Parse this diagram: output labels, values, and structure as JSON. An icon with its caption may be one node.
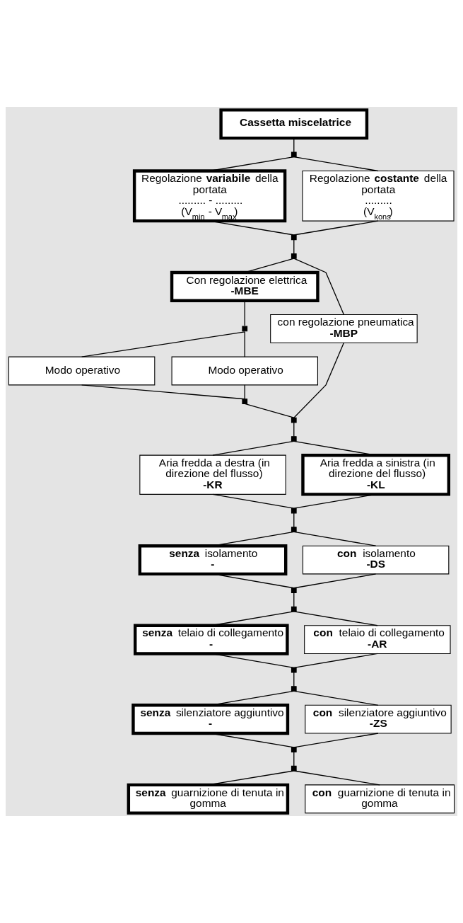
{
  "diagram": {
    "nodes": [
      {
        "text": [
          "Cassetta miscelatrice"
        ]
      },
      {
        "text": [],
        "shape": "square"
      },
      {
        "text": [
          "Regolazione **variabile** della portata",
          "......... - .........",
          "(V$_{min}$ - V$_{max}$)"
        ]
      },
      {
        "text": [
          "Regolazione **costante** della portata",
          ".........",
          "(V$_{kons}$)"
        ]
      },
      {
        "text": [],
        "shape": "square"
      },
      {
        "text": [],
        "shape": "square"
      },
      {
        "text": [
          "Con regolazione elettrica",
          "-MBE"
        ]
      },
      {
        "text": [
          "con regolazione pneumatica",
          "-MBP"
        ]
      },
      {
        "text": [],
        "shape": "square"
      },
      {
        "text": [
          "Modo operativo"
        ]
      },
      {
        "text": [
          "Modo operativo"
        ]
      },
      {
        "text": [],
        "shape": "square"
      },
      {
        "text": [],
        "shape": "square"
      },
      {
        "text": [],
        "shape": "square"
      },
      {
        "text": [
          "Aria fredda a destra (in direzione del flusso)",
          "-KR"
        ]
      },
      {
        "text": [
          "Aria fredda a sinistra (in direzione del flusso)",
          "-KL"
        ]
      },
      {
        "text": [],
        "shape": "square"
      },
      {
        "text": [],
        "shape": "square"
      },
      {
        "text": [
          "**senza** isolamento",
          "-"
        ]
      },
      {
        "text": [
          "**con** isolamento",
          "-DS"
        ]
      },
      {
        "text": [],
        "shape": "square"
      },
      {
        "text": [],
        "shape": "square"
      },
      {
        "text": [
          "**senza** telaio di collegamento",
          "-"
        ]
      },
      {
        "text": [
          "**con** telaio di collegamento",
          "-AR"
        ]
      },
      {
        "text": [],
        "shape": "square"
      },
      {
        "text": [],
        "shape": "square"
      },
      {
        "text": [
          "**senza** silenziatore aggiuntivo",
          "-"
        ]
      },
      {
        "text": [
          "**con** silenziatore aggiuntivo",
          "-ZS"
        ]
      },
      {
        "text": [],
        "shape": "square"
      },
      {
        "text": [],
        "shape": "square"
      },
      {
        "text": [
          "**senza** guarnizione di tenuta in gomma"
        ]
      },
      {
        "text": [
          "**con** guarnizione di tenuta in gomma"
        ]
      }
    ],
    "edges": [
      {
        "from": 0,
        "to": 1,
        "arrow": "none"
      },
      {
        "from": 1,
        "to": 2,
        "arrow": "none"
      },
      {
        "from": 1,
        "to": 3,
        "arrow": "none"
      },
      {
        "from": 2,
        "to": 4,
        "arrow": "none"
      },
      {
        "from": 3,
        "to": 4,
        "arrow": "none"
      },
      {
        "from": 4,
        "to": 5,
        "arrow": "none"
      },
      {
        "from": 5,
        "to": 6,
        "arrow": "none"
      },
      {
        "from": 5,
        "to": 7,
        "arrow": "none"
      },
      {
        "from": 6,
        "to": 8,
        "arrow": "none"
      },
      {
        "from": 8,
        "to": 9,
        "arrow": "none"
      },
      {
        "from": 8,
        "to": 10,
        "arrow": "none"
      },
      {
        "from": 9,
        "to": 11,
        "arrow": "none"
      },
      {
        "from": 10,
        "to": 11,
        "arrow": "none"
      },
      {
        "from": 11,
        "to": 12,
        "arrow": "none"
      },
      {
        "from": 7,
        "to": 12,
        "arrow": "none"
      },
      {
        "from": 12,
        "to": 13,
        "arrow": "none"
      },
      {
        "from": 13,
        "to": 14,
        "arrow": "none"
      },
      {
        "from": 13,
        "to": 15,
        "arrow": "none"
      },
      {
        "from": 14,
        "to": 16,
        "arrow": "none"
      },
      {
        "from": 15,
        "to": 16,
        "arrow": "none"
      },
      {
        "from": 16,
        "to": 17,
        "arrow": "none"
      },
      {
        "from": 17,
        "to": 18,
        "arrow": "none"
      },
      {
        "from": 17,
        "to": 19,
        "arrow": "none"
      },
      {
        "from": 18,
        "to": 20,
        "arrow": "none"
      },
      {
        "from": 19,
        "to": 20,
        "arrow": "none"
      },
      {
        "from": 20,
        "to": 21,
        "arrow": "none"
      },
      {
        "from": 21,
        "to": 22,
        "arrow": "none"
      },
      {
        "from": 21,
        "to": 23,
        "arrow": "none"
      },
      {
        "from": 22,
        "to": 24,
        "arrow": "none"
      },
      {
        "from": 23,
        "to": 24,
        "arrow": "none"
      },
      {
        "from": 24,
        "to": 25,
        "arrow": "none"
      },
      {
        "from": 25,
        "to": 26,
        "arrow": "none"
      },
      {
        "from": 25,
        "to": 27,
        "arrow": "none"
      },
      {
        "from": 26,
        "to": 28,
        "arrow": "none"
      },
      {
        "from": 27,
        "to": 28,
        "arrow": "none"
      },
      {
        "from": 28,
        "to": 29,
        "arrow": "none"
      },
      {
        "from": 29,
        "to": 30,
        "arrow": "none"
      },
      {
        "from": 29,
        "to": 31,
        "arrow": "none"
      }
    ]
  }
}
